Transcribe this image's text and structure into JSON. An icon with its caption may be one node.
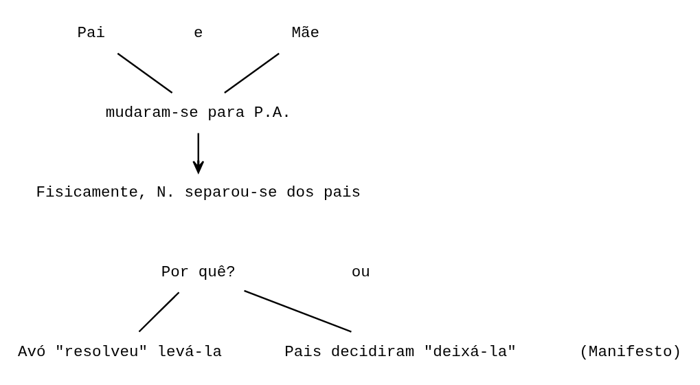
{
  "diagram": {
    "nodes": [
      {
        "text": [
          "Pai"
        ]
      },
      {
        "text": [
          "Mãe"
        ]
      },
      {
        "text": [
          "mudaram-se para P.A."
        ]
      },
      {
        "text": [
          "Fisicamente, N. separou-se dos pais"
        ]
      },
      {
        "text": [
          "Por quê?"
        ]
      },
      {
        "text": [
          "Avó \"resolveu\" levá-la"
        ]
      },
      {
        "text": [
          "Pais decidiram \"deixá-la\""
        ]
      }
    ],
    "edges": [
      {
        "from": 0,
        "to": 2,
        "arrow": "none"
      },
      {
        "from": 1,
        "to": 2,
        "arrow": "none"
      },
      {
        "from": 2,
        "to": 3,
        "arrow": "to"
      },
      {
        "from": 4,
        "to": 5,
        "arrow": "none"
      },
      {
        "from": 4,
        "to": 6,
        "arrow": "none"
      }
    ],
    "labels": [
      "e",
      "(Manifesto)",
      "ou"
    ]
  }
}
